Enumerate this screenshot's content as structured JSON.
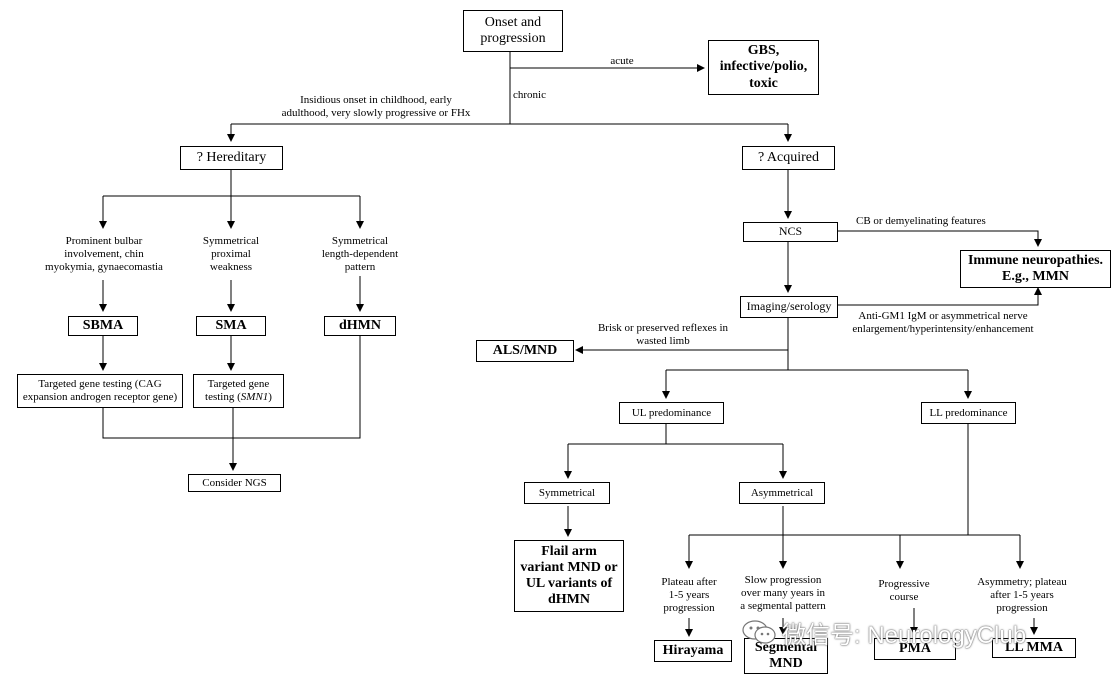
{
  "nodes": {
    "onset": "Onset and\nprogression",
    "gbs": "GBS,\ninfective/polio,\ntoxic",
    "hereditary": "? Hereditary",
    "acquired": "? Acquired",
    "sbma": "SBMA",
    "sma": "SMA",
    "dhmn": "dHMN",
    "cag_test": "Targeted gene testing (CAG\nexpansion androgen receptor gene)",
    "smn1_test_line1": "Targeted gene",
    "smn1_test_prefix": "testing (",
    "smn1_test_gene": "SMN1",
    "smn1_test_suffix": ")",
    "ngs": "Consider NGS",
    "ncs": "NCS",
    "immune": "Immune neuropathies.\nE.g., MMN",
    "imaging": "Imaging/serology",
    "als": "ALS/MND",
    "ul_pred": "UL predominance",
    "ll_pred": "LL predominance",
    "symmetrical": "Symmetrical",
    "asymmetrical": "Asymmetrical",
    "flail": "Flail arm\nvariant MND or\nUL variants of\ndHMN",
    "hirayama": "Hirayama",
    "segmental": "Segmental\nMND",
    "pma": "PMA",
    "llmma": "LL MMA"
  },
  "labels": {
    "acute": "acute",
    "chronic": "chronic",
    "insidious": "Insidious onset in childhood, early\nadulthood, very slowly progressive or FHx",
    "bulbar": "Prominent bulbar\ninvolvement, chin\nmyokymia, gynaecomastia",
    "sym_prox": "Symmetrical\nproximal\nweakness",
    "sym_len": "Symmetrical\nlength-dependent\npattern",
    "cb": "CB or demyelinating features",
    "antigm1": "Anti-GM1 IgM or asymmetrical nerve\nenlargement/hyperintensity/enhancement",
    "brisk": "Brisk or preserved reflexes in\nwasted limb",
    "plateau": "Plateau after\n1-5 years\nprogression",
    "slow": "Slow progression\nover many years in\na segmental pattern",
    "progressive": "Progressive\ncourse",
    "asym_plateau": "Asymmetry; plateau\nafter 1-5 years\nprogression"
  },
  "watermark": {
    "text": "微信号: NeurologyClub",
    "icon": "wechat-icon"
  },
  "colors": {
    "line": "#000000",
    "background": "#ffffff"
  }
}
